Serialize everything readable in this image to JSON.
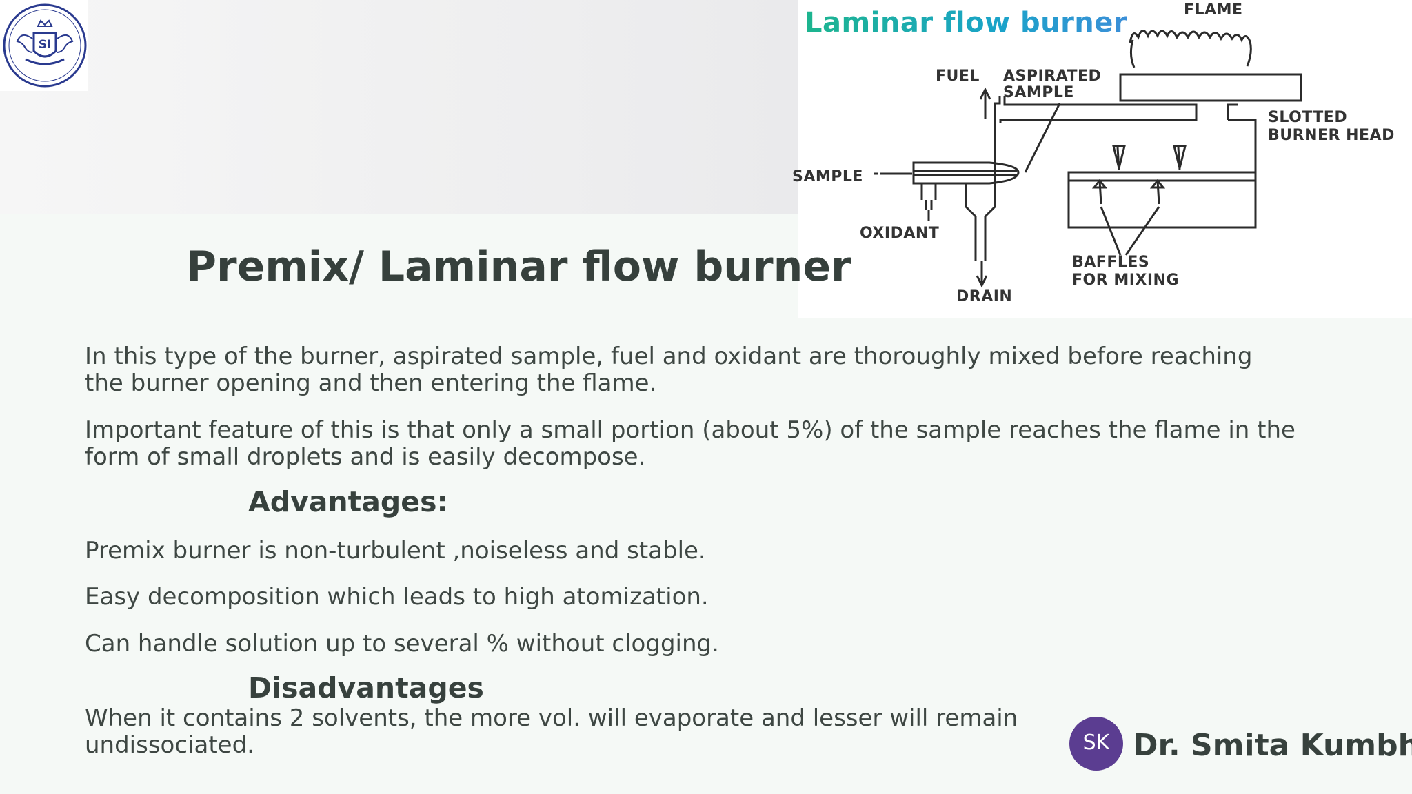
{
  "slide": {
    "title": "Premix/ Laminar flow burner",
    "paragraphs": [
      "In this type of the burner, aspirated sample, fuel and oxidant are thoroughly mixed before reaching the burner opening and then entering the flame.",
      "Important feature of this is that only a small portion (about 5%) of the sample reaches the flame in the form of small droplets and is easily decompose."
    ],
    "advantages_heading": "Advantages:",
    "advantages": [
      "Premix burner is non-turbulent ,noiseless and stable.",
      "Easy decomposition which leads to high atomization.",
      "Can handle solution up to several % without clogging."
    ],
    "disadvantages_heading": "Disadvantages",
    "disadvantages": [
      "When it contains 2 solvents, the more vol. will evaporate and lesser will remain undissociated."
    ]
  },
  "diagram": {
    "title": "Laminar flow burner",
    "labels": {
      "flame": "FLAME",
      "fuel": "FUEL",
      "aspirated_1": "ASPIRATED",
      "aspirated_2": "SAMPLE",
      "slotted_1": "SLOTTED",
      "slotted_2": "BURNER HEAD",
      "sample": "SAMPLE",
      "oxidant": "OXIDANT",
      "baffles_1": "BAFFLES",
      "baffles_2": "FOR MIXING",
      "drain": "DRAIN"
    }
  },
  "presenter": {
    "initials": "SK",
    "name": "Dr. Smita Kumbhar",
    "avatar_color": "#5b3d91"
  },
  "logo": {
    "monogram": "SI"
  }
}
